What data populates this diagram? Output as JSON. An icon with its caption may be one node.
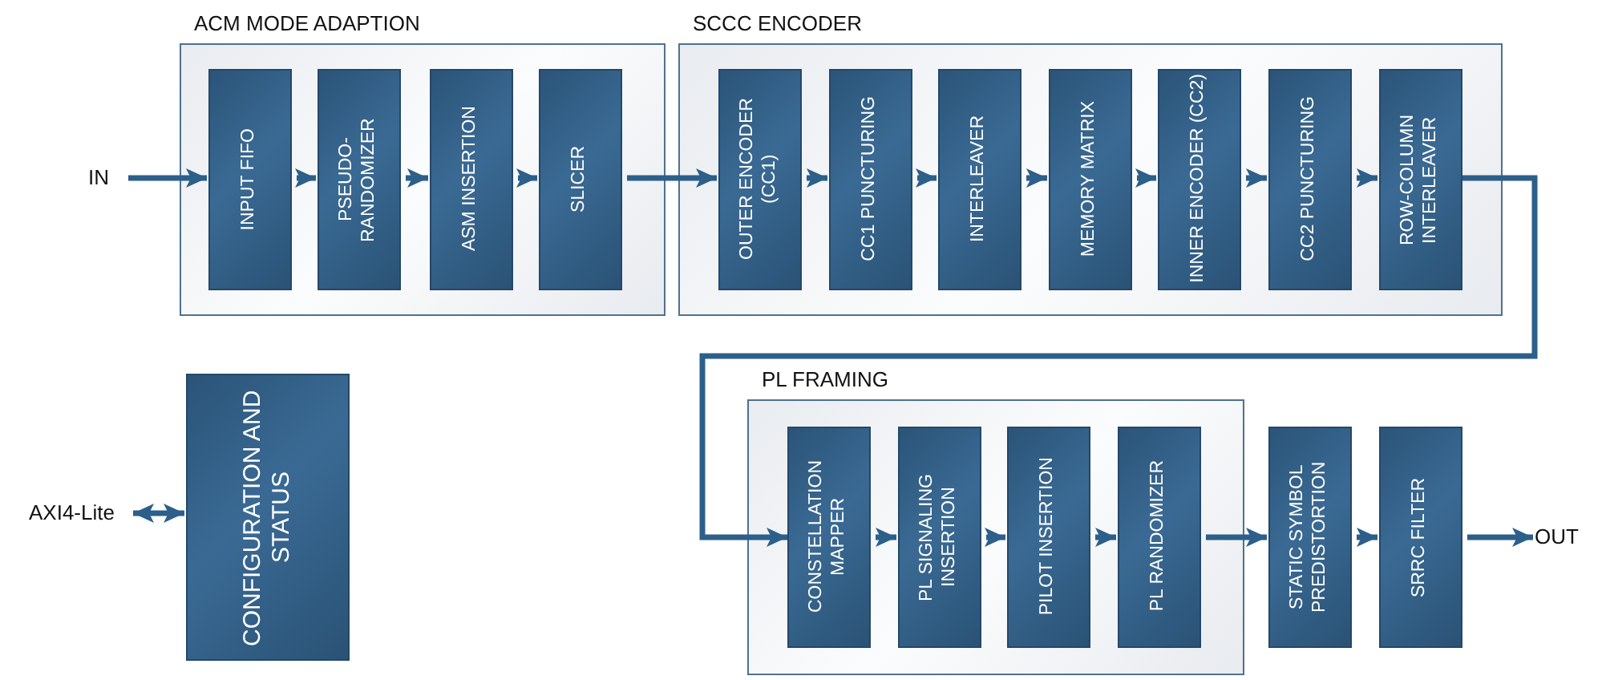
{
  "diagram": {
    "nodes": [
      {
        "text": [
          "IN"
        ]
      },
      {
        "text": [
          "ACM MODE ADAPTION"
        ]
      },
      {
        "text": [
          "INPUT FIFO"
        ],
        "in": 1
      },
      {
        "text": [
          "PSEUDO- RANDOMIZER"
        ],
        "in": 1
      },
      {
        "text": [
          "ASM INSERTION"
        ],
        "in": 1
      },
      {
        "text": [
          "SLICER"
        ],
        "in": 1
      },
      {
        "text": [
          "SCCC ENCODER"
        ]
      },
      {
        "text": [
          "OUTER ENCODER (CC1)"
        ],
        "in": 6
      },
      {
        "text": [
          "CC1 PUNCTURING"
        ],
        "in": 6
      },
      {
        "text": [
          "INTERLEAVER"
        ],
        "in": 6
      },
      {
        "text": [
          "MEMORY MATRIX"
        ],
        "in": 6
      },
      {
        "text": [
          "INNER ENCODER (CC2)"
        ],
        "in": 6
      },
      {
        "text": [
          "CC2 PUNCTURING"
        ],
        "in": 6
      },
      {
        "text": [
          "ROW-COLUMN INTERLEAVER"
        ],
        "in": 6
      },
      {
        "text": [
          "PL FRAMING"
        ]
      },
      {
        "text": [
          "CONSTELLATION MAPPER"
        ],
        "in": 14
      },
      {
        "text": [
          "PL SIGNALING INSERTION"
        ],
        "in": 14
      },
      {
        "text": [
          "PILOT INSERTION"
        ],
        "in": 14
      },
      {
        "text": [
          "PL RANDOMIZER"
        ],
        "in": 14
      },
      {
        "text": [
          "STATIC SYMBOL PREDISTORTION"
        ]
      },
      {
        "text": [
          "SRRC FILTER"
        ]
      },
      {
        "text": [
          "OUT"
        ]
      },
      {
        "text": [
          "AXI4-Lite"
        ]
      },
      {
        "text": [
          "CONFIGURATION AND STATUS"
        ]
      }
    ],
    "edges": [
      {
        "from": 0,
        "to": 2,
        "arrow": "to"
      },
      {
        "from": 2,
        "to": 3,
        "arrow": "to"
      },
      {
        "from": 3,
        "to": 4,
        "arrow": "to"
      },
      {
        "from": 4,
        "to": 5,
        "arrow": "to"
      },
      {
        "from": 5,
        "to": 7,
        "arrow": "to"
      },
      {
        "from": 7,
        "to": 8,
        "arrow": "to"
      },
      {
        "from": 8,
        "to": 9,
        "arrow": "to"
      },
      {
        "from": 9,
        "to": 10,
        "arrow": "to"
      },
      {
        "from": 10,
        "to": 11,
        "arrow": "to"
      },
      {
        "from": 11,
        "to": 12,
        "arrow": "to"
      },
      {
        "from": 12,
        "to": 13,
        "arrow": "to"
      },
      {
        "from": 13,
        "to": 15,
        "arrow": "to"
      },
      {
        "from": 15,
        "to": 16,
        "arrow": "to"
      },
      {
        "from": 16,
        "to": 17,
        "arrow": "to"
      },
      {
        "from": 17,
        "to": 18,
        "arrow": "to"
      },
      {
        "from": 18,
        "to": 19,
        "arrow": "to"
      },
      {
        "from": 19,
        "to": 20,
        "arrow": "to"
      },
      {
        "from": 20,
        "to": 21,
        "arrow": "to"
      },
      {
        "from": 22,
        "to": 23,
        "arrow": "both"
      }
    ]
  }
}
